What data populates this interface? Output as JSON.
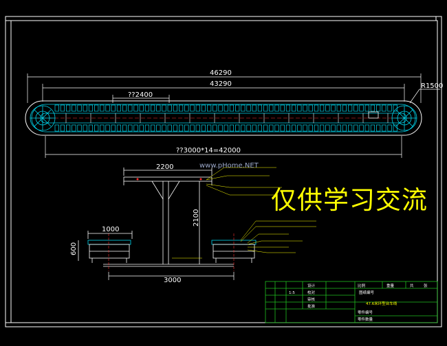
{
  "dimensions": {
    "overall_length": "46290",
    "inner_length": "43290",
    "end_radius": "R1500",
    "car_pitch": "??2400",
    "total_span": "??3000*14=42000",
    "beam_width": "2200",
    "column_height": "2100",
    "tray_width": "1000",
    "tray_height": "600",
    "lower_span": "3000"
  },
  "watermark": {
    "text": "仅供学习交流",
    "site": "www.pHome.NET"
  },
  "title_block": {
    "drawing_title": "47.6米环型台车线",
    "label_drawing_no": "图纸编号",
    "label_part_no": "零件编号",
    "label_qty": "零件数量",
    "cells": [
      "设计",
      "校对",
      "审核",
      "批准",
      "比例",
      "重量",
      "共",
      "张"
    ],
    "scale_value": "1:5"
  },
  "colors": {
    "frame": "#ffffff",
    "chain": "#00d8f0",
    "structure": "#ffffff",
    "centerline": "#ff3030",
    "annotation": "#ffff00",
    "title_block": "#20c020"
  }
}
